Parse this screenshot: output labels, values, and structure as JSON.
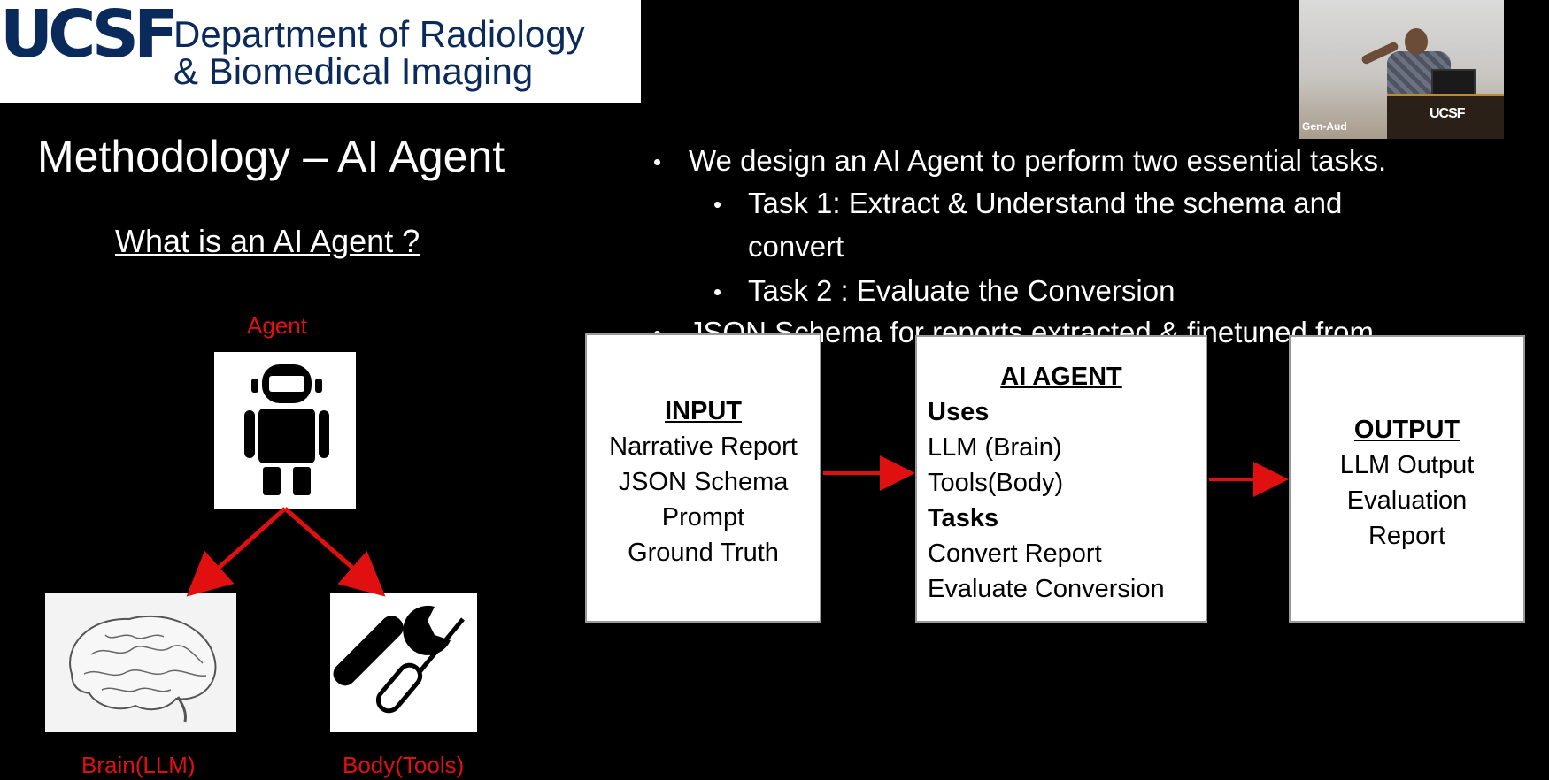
{
  "header": {
    "logo": "UCSF",
    "dept_line1": "Department of Radiology",
    "dept_line2": "& Biomedical Imaging"
  },
  "video": {
    "label": "Gen-Aud",
    "podium_logo": "UCSF"
  },
  "slide": {
    "title": "Methodology – AI Agent",
    "question": "What is an AI Agent ?",
    "agent_label": "Agent",
    "brain_label": "Brain(LLM)",
    "tools_label": "Body(Tools)",
    "bullet_symbol": "•"
  },
  "bullets": {
    "b1": "We design an AI Agent to perform two essential tasks.",
    "b2": "Task 1: Extract & Understand the schema and",
    "b2_cont": "convert",
    "b3": "Task 2 : Evaluate the Conversion",
    "b4": "JSON Schema for reports extracted & finetuned from"
  },
  "flow": {
    "input": {
      "heading": "INPUT",
      "items": [
        "Narrative Report",
        "JSON Schema",
        "Prompt",
        "Ground Truth"
      ]
    },
    "agent": {
      "heading": "AI AGENT",
      "uses_label": "Uses",
      "uses": [
        "LLM (Brain)",
        "Tools(Body)"
      ],
      "tasks_label": "Tasks",
      "tasks": [
        "Convert Report",
        "Evaluate Conversion"
      ]
    },
    "output": {
      "heading": "OUTPUT",
      "items": [
        "LLM Output",
        "Evaluation",
        "Report"
      ]
    }
  },
  "colors": {
    "accent_red": "#e01010",
    "ucsf_navy": "#0a2a5c"
  },
  "icons": [
    "robot-icon",
    "brain-icon",
    "wrench-icon",
    "screwdriver-icon"
  ]
}
